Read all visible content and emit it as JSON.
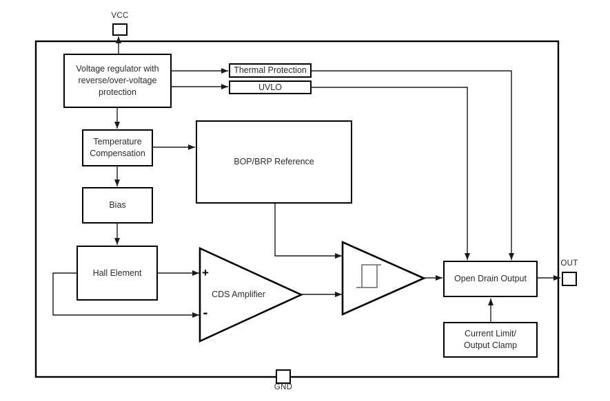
{
  "colors": {
    "background": "#ffffff",
    "line": "#1a1a1a",
    "box-border": "#000000",
    "text": "#2b2b2b",
    "hysteresis": "#666666"
  },
  "pins": {
    "vcc": {
      "label": "VCC"
    },
    "out": {
      "label": "OUT"
    },
    "gnd": {
      "label": "GND"
    }
  },
  "blocks": {
    "voltage_regulator": {
      "label": "Voltage regulator with\nreverse/over-voltage\nprotection"
    },
    "thermal_protection": {
      "label": "Thermal Protection"
    },
    "uvlo": {
      "label": "UVLO"
    },
    "temperature_compensation": {
      "label": "Temperature\nCompensation"
    },
    "bop_brp_reference": {
      "label": "BOP/BRP Reference"
    },
    "bias": {
      "label": "Bias"
    },
    "hall_element": {
      "label": "Hall Element"
    },
    "cds_amplifier": {
      "label": "CDS Amplifier",
      "plus_input": "+",
      "minus_input": "-"
    },
    "open_drain_output": {
      "label": "Open Drain Output"
    },
    "current_limit": {
      "label": "Current Limit/\nOutput Clamp"
    }
  }
}
